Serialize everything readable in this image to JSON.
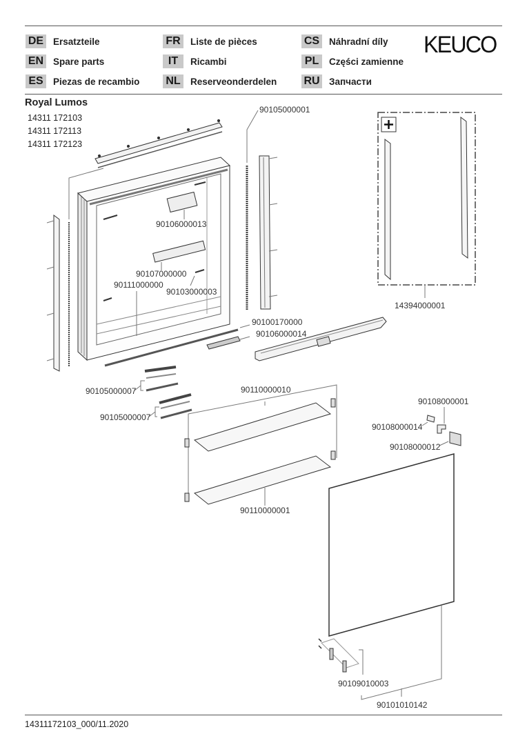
{
  "header": {
    "logo": "KEUCO",
    "languages": [
      {
        "code": "DE",
        "label": "Ersatzteile"
      },
      {
        "code": "EN",
        "label": "Spare parts"
      },
      {
        "code": "ES",
        "label": "Piezas de recambio"
      },
      {
        "code": "FR",
        "label": "Liste de pièces"
      },
      {
        "code": "IT",
        "label": "Ricambi"
      },
      {
        "code": "NL",
        "label": "Reserveonderdelen"
      },
      {
        "code": "CS",
        "label": "Náhradní díly"
      },
      {
        "code": "PL",
        "label": "Części zamienne"
      },
      {
        "code": "RU",
        "label": "Запчасти"
      }
    ]
  },
  "product": {
    "name": "Royal Lumos",
    "models": [
      "14311 172103",
      "14311 172113",
      "14311 172123"
    ]
  },
  "parts": {
    "top_cover": "90105000001",
    "accessory_set": "14394000001",
    "driver_box": "90106000013",
    "led_driver": "90107000000",
    "cabinet_body": "90111000000",
    "magnet_strip": "90103000003",
    "bottom_strip": "90100170000",
    "switch_unit": "90106000014",
    "seal_set_1": "90105000007",
    "seal_set_2": "90105000007",
    "shelf_supports": "90110000010",
    "glass_shelf": "90110000001",
    "hinge_cover": "90108000001",
    "hinge_plate": "90108000014",
    "hinge": "90108000012",
    "door_handles": "90109010003",
    "mirror_door": "90101010142"
  },
  "accessory_icon": "plus-icon",
  "footer": {
    "doc_id": "14311172103_000/11.2020"
  }
}
